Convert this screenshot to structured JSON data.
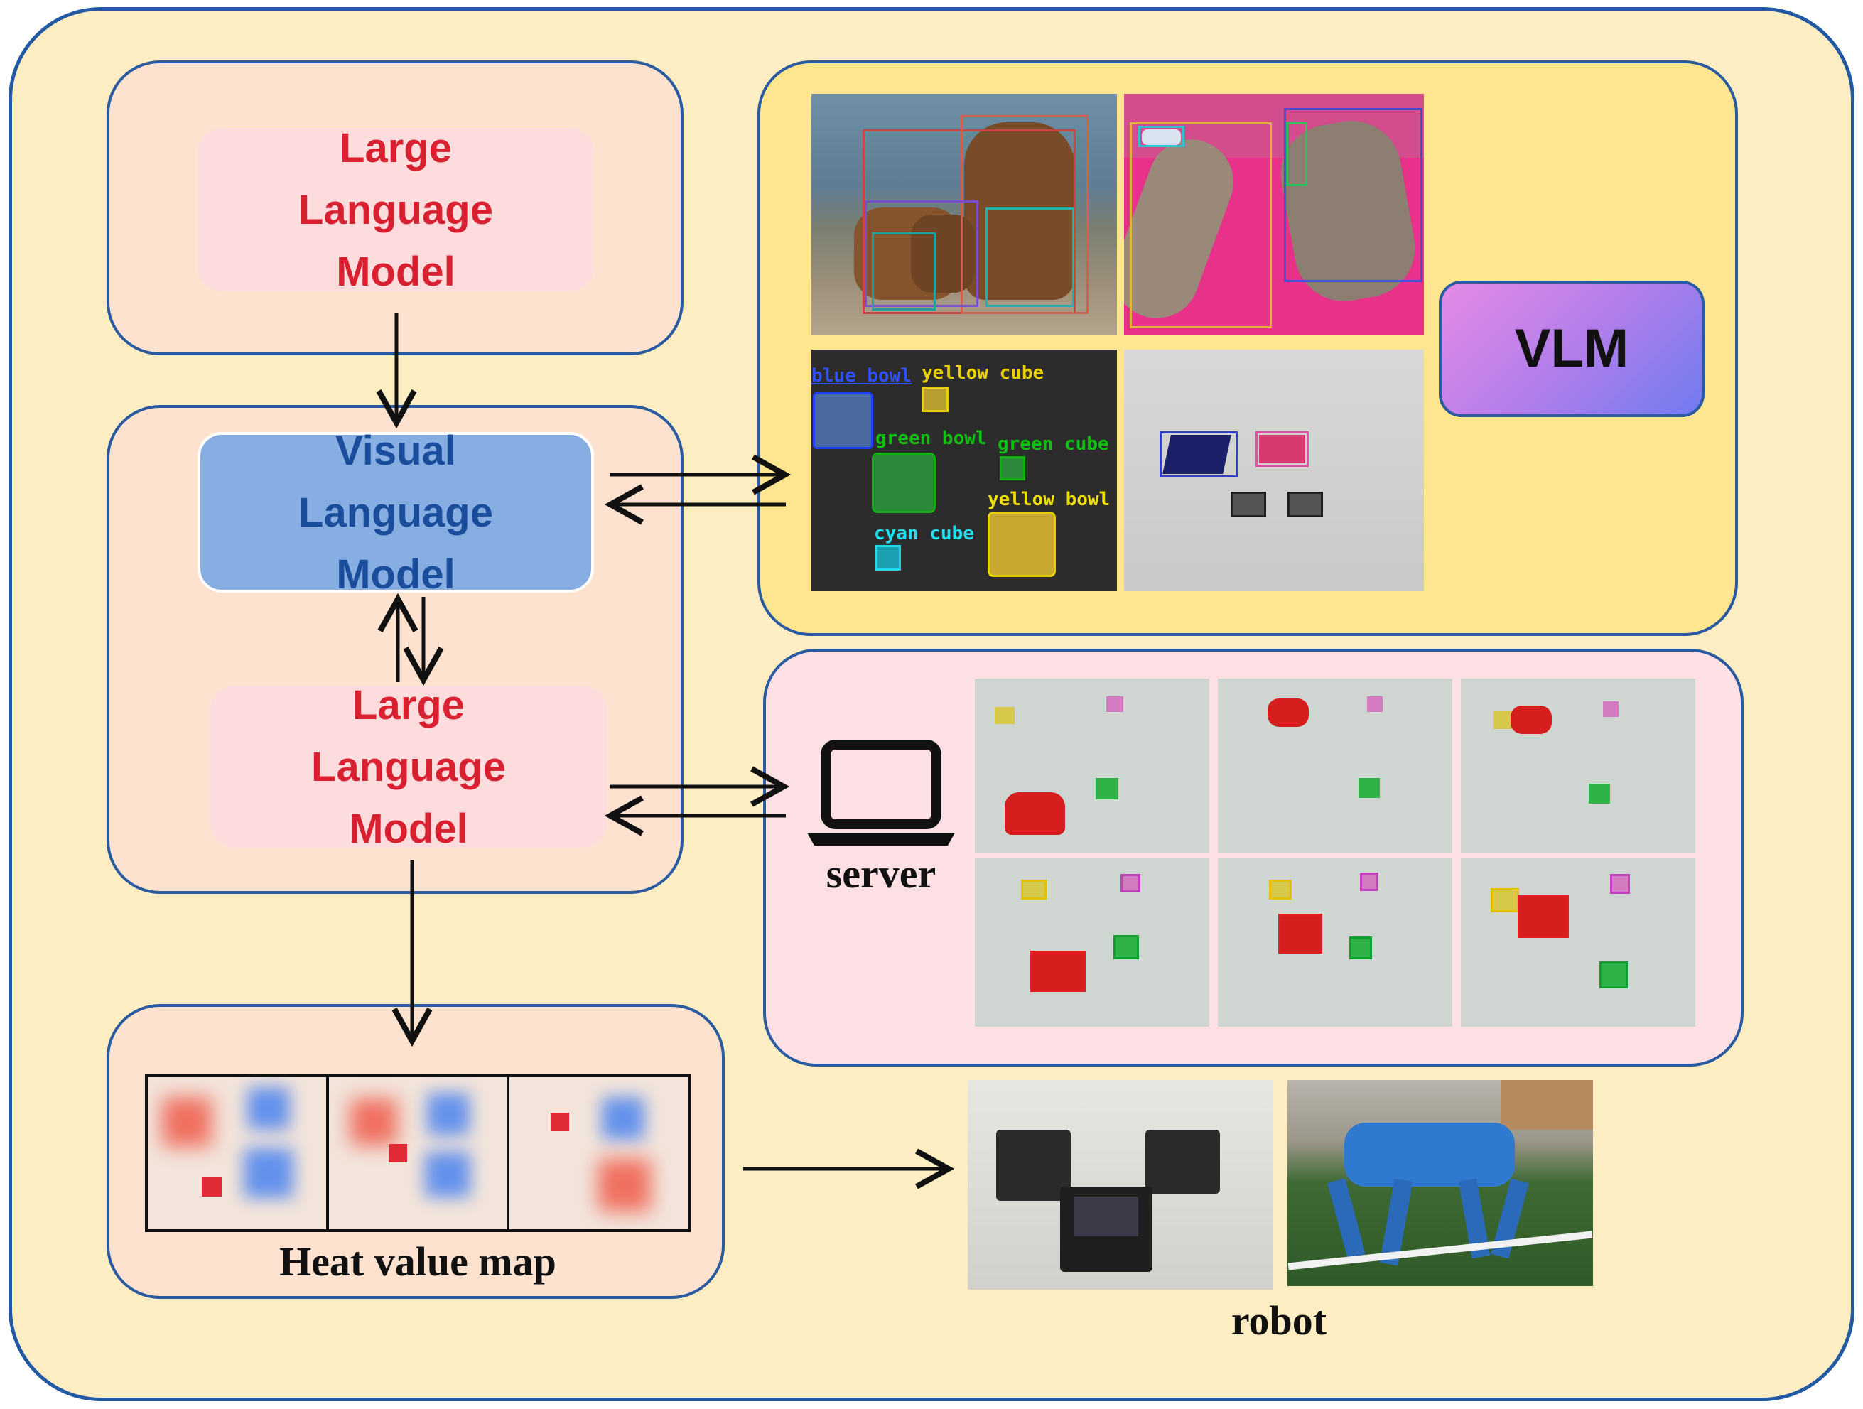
{
  "left": {
    "llm_top": "Large\nLanguage\nModel",
    "vlm": "Visual\nLanguage\nModel",
    "llm_mid": "Large\nLanguage\nModel",
    "heat_map_label": "Heat value map"
  },
  "vision": {
    "badge": "VLM",
    "tags": {
      "blue_bowl": "blue bowl",
      "yellow_cube": "yellow cube",
      "green_bowl": "green bowl",
      "green_cube": "green cube",
      "yellow_bowl": "yellow bowl",
      "cyan_cube": "cyan cube"
    }
  },
  "server": {
    "label": "server"
  },
  "robot": {
    "label": "robot"
  },
  "colors": {
    "outer_bg": "#fdedc2",
    "border": "#2a5aa0",
    "panel_bg": "#fde3cf",
    "vlm_panel_bg": "#fde68f",
    "server_panel_bg": "#fde0e4",
    "llm_text": "#d92030",
    "vlm_text": "#1a4e9c"
  }
}
